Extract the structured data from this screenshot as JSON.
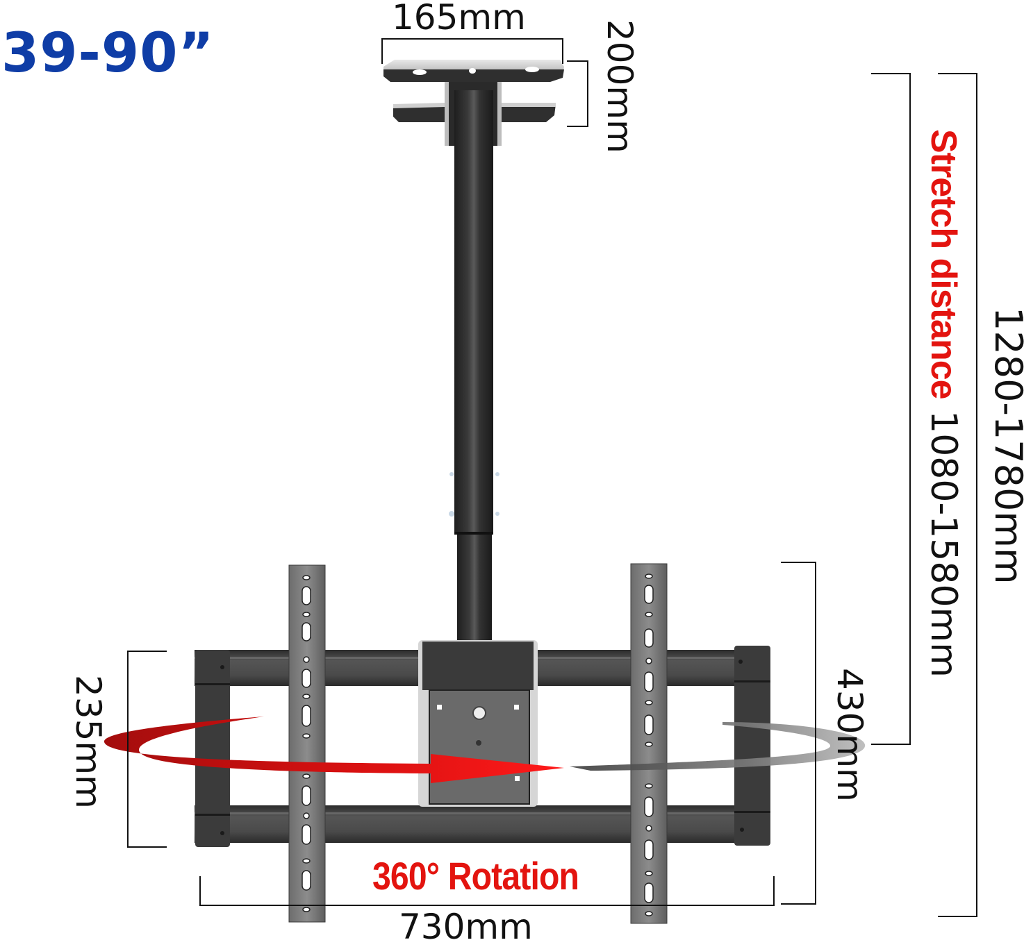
{
  "title": {
    "screen_size_range": "39-90”"
  },
  "colors": {
    "title_blue": "#0f3da6",
    "accent_red": "#e3140f",
    "mount_black": "#2e2e2e",
    "mount_gray": "#7a7a7a",
    "dimension_line": "#111111"
  },
  "dimensions": {
    "ceiling_plate_width": "165mm",
    "ceiling_plate_height": "200mm",
    "total_height_range": "1280-1780mm",
    "stretch_label": "Stretch distance",
    "stretch_range": "1080-1580mm",
    "frame_height_outer": "430mm",
    "frame_height_inner": "235mm",
    "frame_width": "730mm"
  },
  "features": {
    "rotation_label": "360° Rotation"
  },
  "icons": {
    "rotation_arrow": "curved-rotation-arrow-icon"
  }
}
